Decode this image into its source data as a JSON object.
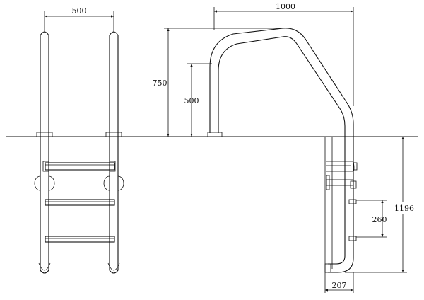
{
  "dimensions": {
    "front_width": "500",
    "side_width": "1000",
    "height_overall": "750",
    "height_inner": "500",
    "depth_total": "1196",
    "step_spacing": "260",
    "base_depth": "207"
  },
  "colors": {
    "stroke": "#111111",
    "background": "#ffffff"
  }
}
